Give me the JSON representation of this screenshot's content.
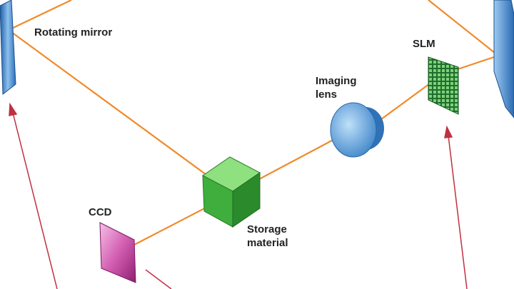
{
  "labels": {
    "rotating_mirror": "Rotating mirror",
    "slm": "SLM",
    "imaging_lens_line1": "Imaging",
    "imaging_lens_line2": "lens",
    "ccd": "CCD",
    "storage_material_line1": "Storage",
    "storage_material_line2": "material"
  },
  "colors": {
    "beam": "#f08a2a",
    "arrow": "#c03040",
    "mirror": "#3a7fc4",
    "cube": "#3fae3c",
    "lens": "#4f9ad6",
    "slm": "#2f8a3a",
    "ccd": "#c23d9a"
  }
}
